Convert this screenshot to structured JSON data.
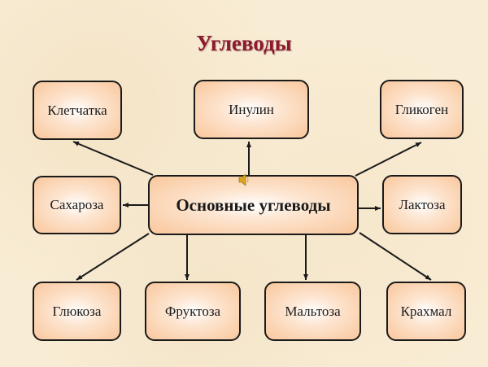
{
  "title": "Углеводы",
  "center": {
    "label": "Основные углеводы"
  },
  "nodes": [
    {
      "id": "cellulose",
      "label": "Клетчатка"
    },
    {
      "id": "inulin",
      "label": "Инулин"
    },
    {
      "id": "glycogen",
      "label": "Гликоген"
    },
    {
      "id": "sucrose",
      "label": "Сахароза"
    },
    {
      "id": "lactose",
      "label": "Лактоза"
    },
    {
      "id": "glucose",
      "label": "Глюкоза"
    },
    {
      "id": "fructose",
      "label": "Фруктоза"
    },
    {
      "id": "maltose",
      "label": "Мальтоза"
    },
    {
      "id": "starch",
      "label": "Крахмал"
    }
  ],
  "icons": {
    "sound": "speaker-icon"
  },
  "colors": {
    "title": "#8b1a2e",
    "box_edge": "#f9c79c",
    "box_center": "#ffffff",
    "border": "#1a1a1a",
    "background": "#f8ecd4"
  }
}
